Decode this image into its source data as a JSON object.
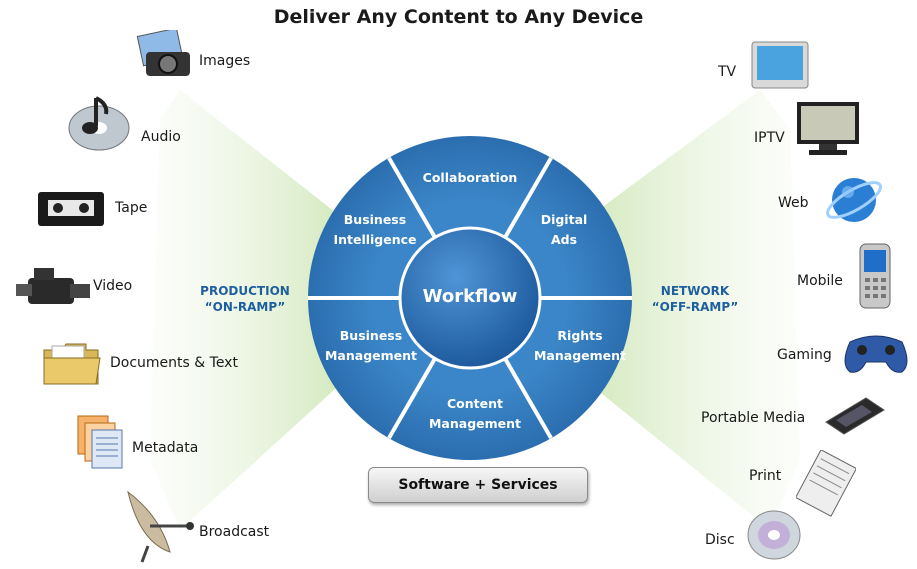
{
  "title": "Deliver Any Content to Any Device",
  "sources": [
    {
      "label": "Images",
      "icon": "camera-icon"
    },
    {
      "label": "Audio",
      "icon": "music-cd-icon"
    },
    {
      "label": "Tape",
      "icon": "tape-cassette-icon"
    },
    {
      "label": "Video",
      "icon": "video-camera-icon"
    },
    {
      "label": "Documents & Text",
      "icon": "folder-icon"
    },
    {
      "label": "Metadata",
      "icon": "documents-icon"
    },
    {
      "label": "Broadcast",
      "icon": "satellite-dish-icon"
    }
  ],
  "devices": [
    {
      "label": "TV",
      "icon": "tv-icon"
    },
    {
      "label": "IPTV",
      "icon": "monitor-icon"
    },
    {
      "label": "Web",
      "icon": "web-globe-icon"
    },
    {
      "label": "Mobile",
      "icon": "mobile-phone-icon"
    },
    {
      "label": "Gaming",
      "icon": "gamepad-icon"
    },
    {
      "label": "Portable Media",
      "icon": "portable-player-icon"
    },
    {
      "label": "Print",
      "icon": "newspaper-icon"
    },
    {
      "label": "Disc",
      "icon": "disc-icon"
    }
  ],
  "production_ramp": {
    "line1": "PRODUCTION",
    "line2": "“ON-RAMP”"
  },
  "network_ramp": {
    "line1": "NETWORK",
    "line2": "“OFF-RAMP”"
  },
  "hub": "Workflow",
  "segments": [
    {
      "line1": "Collaboration",
      "line2": ""
    },
    {
      "line1": "Digital",
      "line2": "Ads"
    },
    {
      "line1": "Rights",
      "line2": "Management"
    },
    {
      "line1": "Content",
      "line2": "Management"
    },
    {
      "line1": "Business",
      "line2": "Management"
    },
    {
      "line1": "Business",
      "line2": "Intelligence"
    }
  ],
  "footer_button": "Software + Services",
  "colors": {
    "segment": "#2e75b6",
    "segment_light": "#4a8fcb",
    "hub": "#1d5fa8",
    "ramp_text": "#1f5f9f",
    "wedge": "#d6ecc4"
  }
}
